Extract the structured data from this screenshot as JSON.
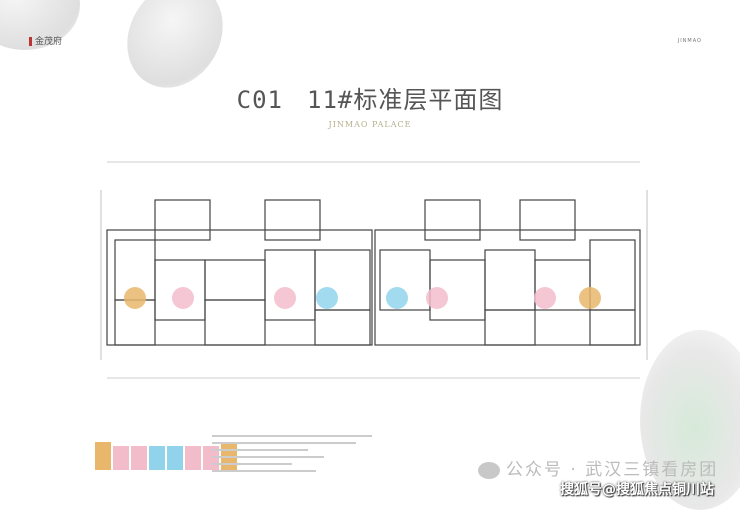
{
  "header": {
    "logo_text": "金茂府",
    "brands_text": "JINMAO"
  },
  "title": {
    "code": "C01",
    "name": "11#标准层平面图",
    "subtitle": "JINMAO PALACE"
  },
  "plan": {
    "unit_colors": {
      "orange": "#e9b76c",
      "pink": "#f3bccb",
      "blue": "#92d3ec"
    },
    "units": [
      "orange",
      "pink",
      "pink",
      "blue",
      "blue",
      "pink",
      "pink",
      "orange"
    ]
  },
  "watermark": {
    "wechat": "公众号 · 武汉三镇看房团",
    "sohu": "搜狐号@搜狐焦点铜川站"
  }
}
